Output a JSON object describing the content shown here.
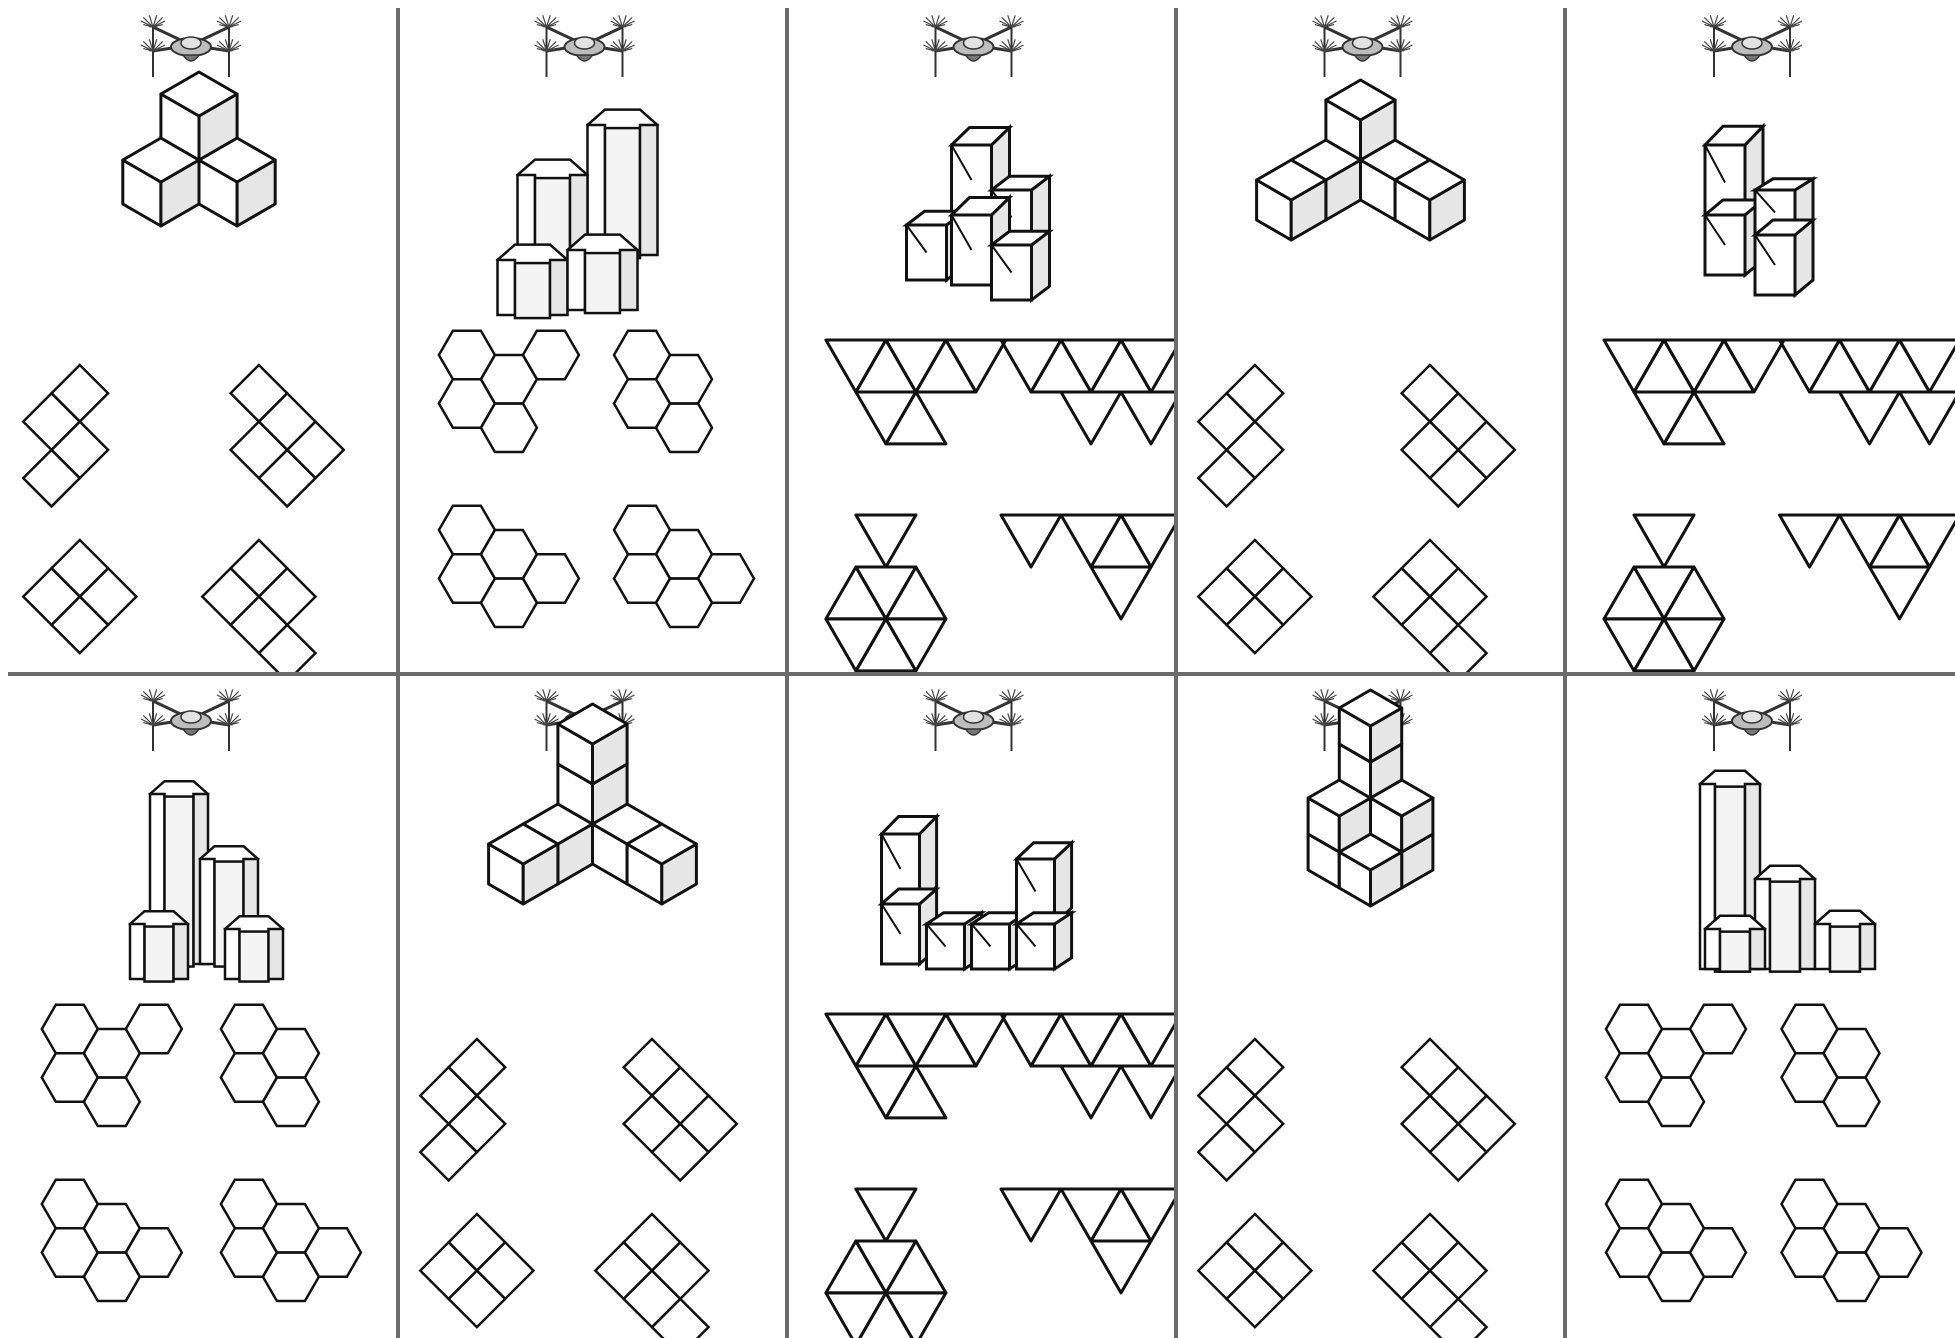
{
  "worksheet": {
    "rows": 2,
    "columns": 5,
    "line_color": "#6b6b6b",
    "ink_color": "#111111",
    "face_color": "#e6e6e6",
    "watermark": "faint-circular-logo"
  },
  "puzzles": [
    {
      "id": 1,
      "drone": "drone-icon",
      "prism": "cube",
      "model": "three-cube-cluster",
      "options": [
        "square-net",
        "square-net",
        "square-net",
        "square-net"
      ]
    },
    {
      "id": 2,
      "drone": "drone-icon",
      "prism": "hexagonal-prism",
      "model": "hexagonal-prism-staircase",
      "options": [
        "hexagon-net",
        "hexagon-net",
        "hexagon-net",
        "hexagon-net"
      ]
    },
    {
      "id": 3,
      "drone": "drone-icon",
      "prism": "triangular-prism",
      "model": "triangular-prism-stack",
      "options": [
        "triangle-net",
        "triangle-net",
        "triangle-net",
        "triangle-net"
      ]
    },
    {
      "id": 4,
      "drone": "drone-icon",
      "prism": "cube",
      "model": "cube-corner-stack",
      "options": [
        "square-net",
        "square-net",
        "square-net",
        "square-net"
      ]
    },
    {
      "id": 5,
      "drone": "drone-icon",
      "prism": "triangular-prism",
      "model": "triangular-prism-column",
      "options": [
        "triangle-net",
        "triangle-net",
        "triangle-net",
        "triangle-net"
      ]
    },
    {
      "id": 6,
      "drone": "drone-icon",
      "prism": "hexagonal-prism",
      "model": "hexagonal-prism-tower",
      "options": [
        "hexagon-net",
        "hexagon-net",
        "hexagon-net",
        "hexagon-net"
      ]
    },
    {
      "id": 7,
      "drone": "drone-icon",
      "prism": "cube",
      "model": "cube-l-arrangement",
      "options": [
        "square-net",
        "square-net",
        "square-net",
        "square-net"
      ]
    },
    {
      "id": 8,
      "drone": "drone-icon",
      "prism": "triangular-prism",
      "model": "triangular-prism-u-shape",
      "options": [
        "triangle-net",
        "triangle-net",
        "triangle-net",
        "triangle-net"
      ]
    },
    {
      "id": 9,
      "drone": "drone-icon",
      "prism": "cube",
      "model": "cube-pyramid-stack",
      "options": [
        "square-net",
        "square-net",
        "square-net",
        "square-net"
      ]
    },
    {
      "id": 10,
      "drone": "drone-icon",
      "prism": "hexagonal-prism",
      "model": "hexagonal-prism-l-shape",
      "options": [
        "hexagon-net",
        "hexagon-net",
        "hexagon-net",
        "hexagon-net"
      ]
    }
  ]
}
